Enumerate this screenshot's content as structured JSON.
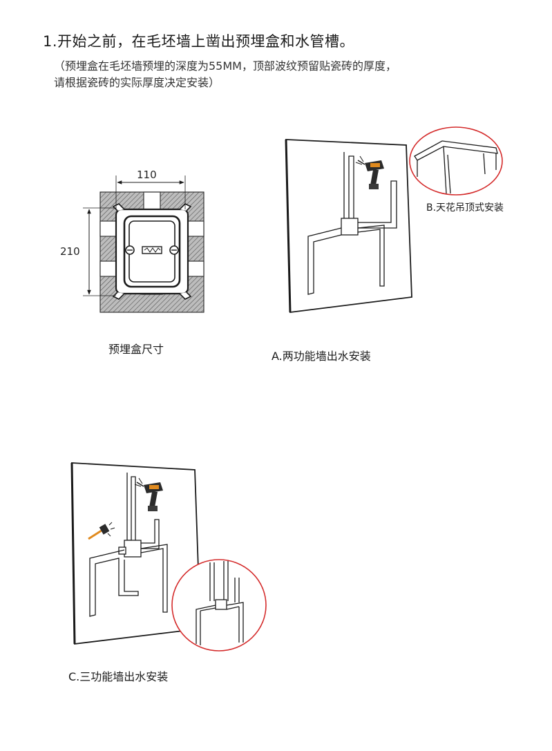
{
  "heading": {
    "title": "1.开始之前，在毛坯墙上凿出预埋盒和水管槽。",
    "note_line1": "（预埋盒在毛坯墙预埋的深度为55MM，顶部波纹预留贴瓷砖的厚度，",
    "note_line2": "请根据瓷砖的实际厚度决定安装）"
  },
  "box_figure": {
    "width_label": "110",
    "height_label": "210",
    "caption": "预埋盒尺寸"
  },
  "figure_a": {
    "caption": "A.两功能墙出水安装"
  },
  "figure_b": {
    "caption": "B.天花吊顶式安装"
  },
  "figure_c": {
    "caption": "C.三功能墙出水安装"
  },
  "colors": {
    "line": "#1a1a1a",
    "hatch": "#8a8a8a",
    "zoom_circle": "#d42a2a",
    "drill_body": "#2b2b2b",
    "drill_accent": "#e08a1e"
  }
}
